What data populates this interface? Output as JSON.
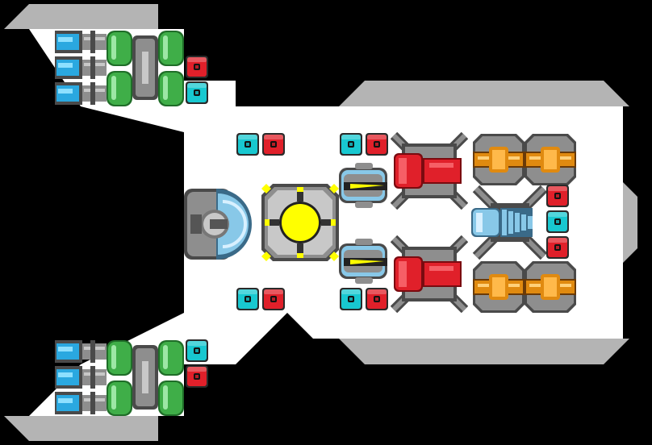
{
  "view": {
    "kind": "ship-blueprint-top-down",
    "background": "#000000",
    "hull_color": "#ffffff",
    "armor_color": "#b4b4b4"
  },
  "palette": {
    "steel": "#8e8e8e",
    "steel_dark": "#4a4a4a",
    "steel_light": "#c8c8c8",
    "thruster_blue": "#2aa8e0",
    "fuel_green": "#3fae48",
    "fuel_green_dark": "#1f6d28",
    "red_accent": "#e0202a",
    "cyan_accent": "#18c8d0",
    "core_yellow": "#ffff00",
    "gold": "#e08a10",
    "ice_blue": "#88c8e8"
  },
  "modules": {
    "engines": [
      {
        "name": "top-engine-cluster",
        "thrusters": 3
      },
      {
        "name": "bottom-engine-cluster",
        "thrusters": 3
      }
    ],
    "core": {
      "name": "reactor-core",
      "icon": "reactor-core-icon"
    },
    "bridge": {
      "name": "command-bridge",
      "icon": "bridge-dome-icon"
    },
    "weapons": [
      {
        "name": "laser-turret-upper",
        "icon": "laser-turret-icon"
      },
      {
        "name": "laser-turret-lower",
        "icon": "laser-turret-icon"
      },
      {
        "name": "heavy-cannon-upper",
        "icon": "heavy-cannon-icon"
      },
      {
        "name": "heavy-cannon-lower",
        "icon": "heavy-cannon-icon"
      },
      {
        "name": "railgun-top-1",
        "icon": "railgun-icon"
      },
      {
        "name": "railgun-top-2",
        "icon": "railgun-icon"
      },
      {
        "name": "railgun-bottom-1",
        "icon": "railgun-icon"
      },
      {
        "name": "railgun-bottom-2",
        "icon": "railgun-icon"
      },
      {
        "name": "ice-drill",
        "icon": "drill-icon"
      }
    ],
    "small_blocks": {
      "red": "power-node-icon",
      "cyan": "shield-node-icon"
    }
  }
}
